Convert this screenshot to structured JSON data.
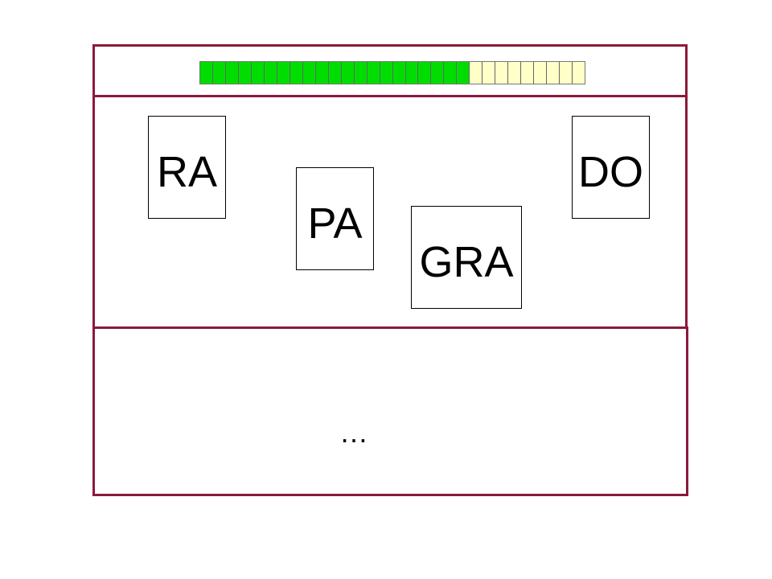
{
  "colors": {
    "frame_border": "#8b1a3a",
    "progress_filled": "#00dd00",
    "progress_empty": "#ffffc8",
    "card_border": "#000000"
  },
  "progress": {
    "segments_total": 30,
    "segments_filled": 21
  },
  "cards": [
    {
      "label": "RA"
    },
    {
      "label": "PA"
    },
    {
      "label": "GRA"
    },
    {
      "label": "DO"
    }
  ],
  "footer": {
    "ellipsis": "…"
  }
}
